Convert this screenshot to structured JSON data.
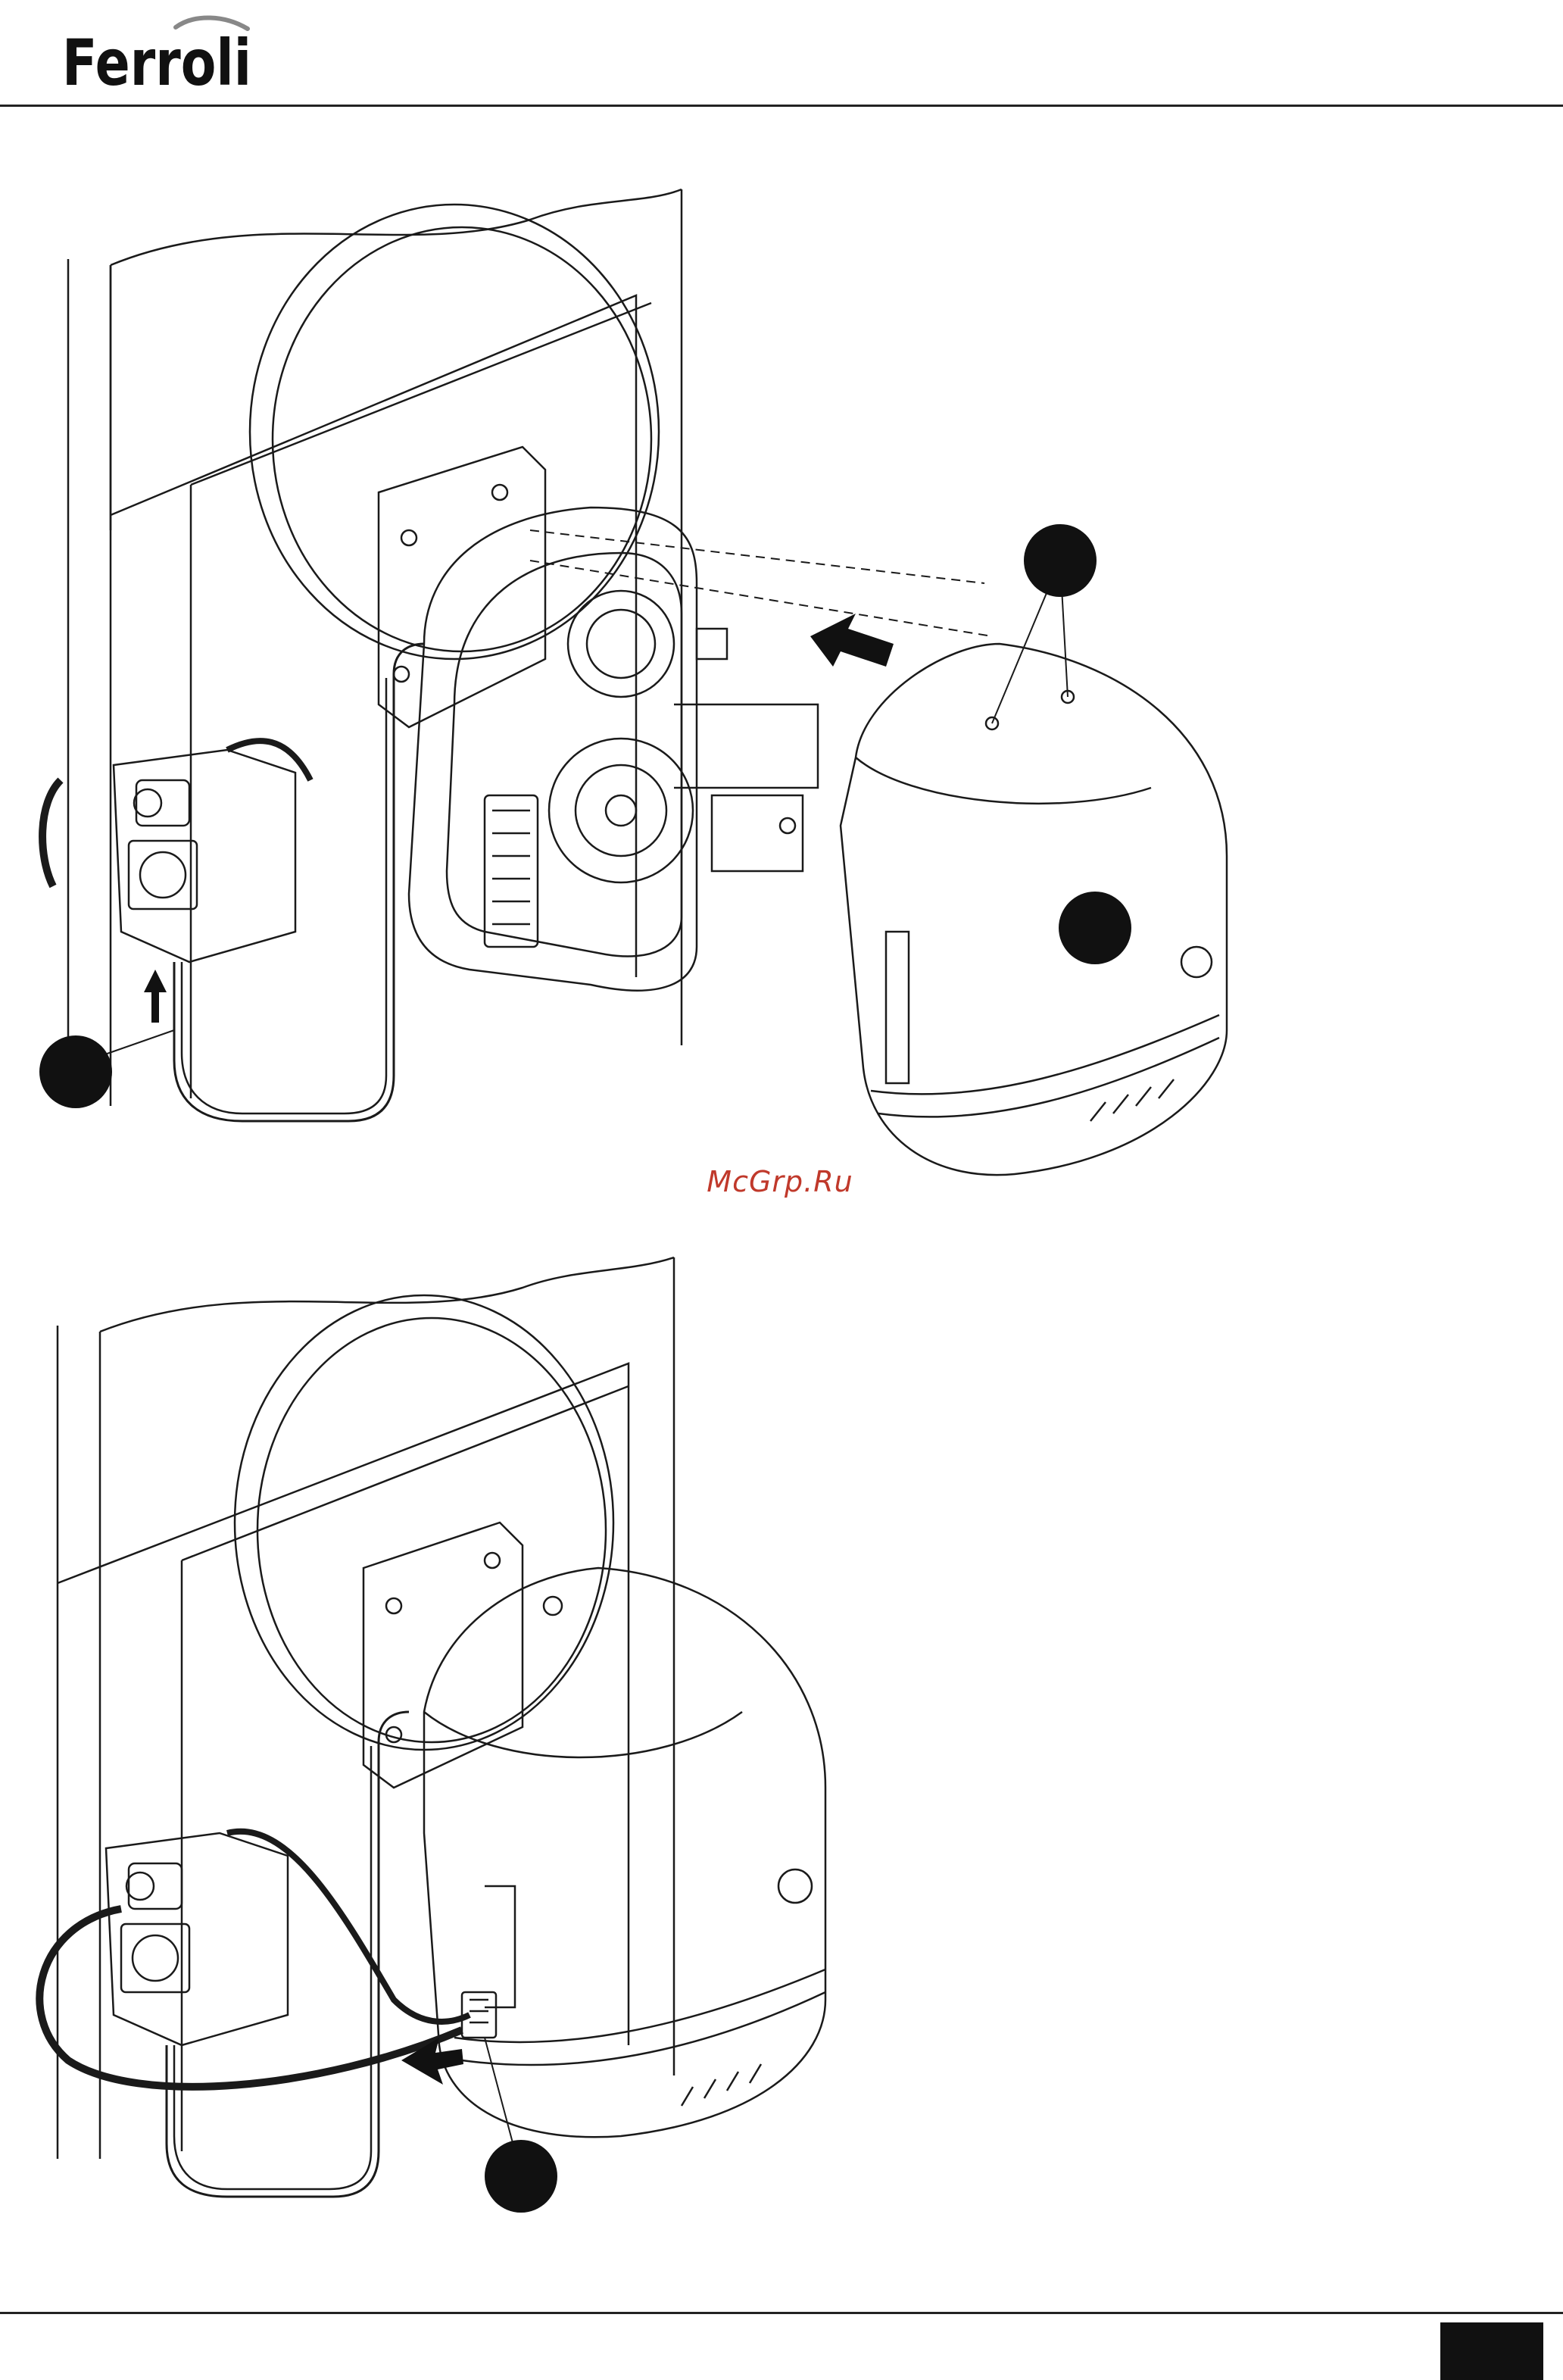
{
  "header": {
    "brand": "Ferroli"
  },
  "watermark": {
    "text": "McGrp.Ru"
  },
  "figures": [
    {
      "id": "fig1",
      "callouts": 3,
      "arrows": 2
    },
    {
      "id": "fig2",
      "callouts": 1,
      "arrows": 1
    }
  ],
  "colors": {
    "ink": "#1a1a1a",
    "callout": "#111111",
    "watermark": "#c0392b"
  }
}
